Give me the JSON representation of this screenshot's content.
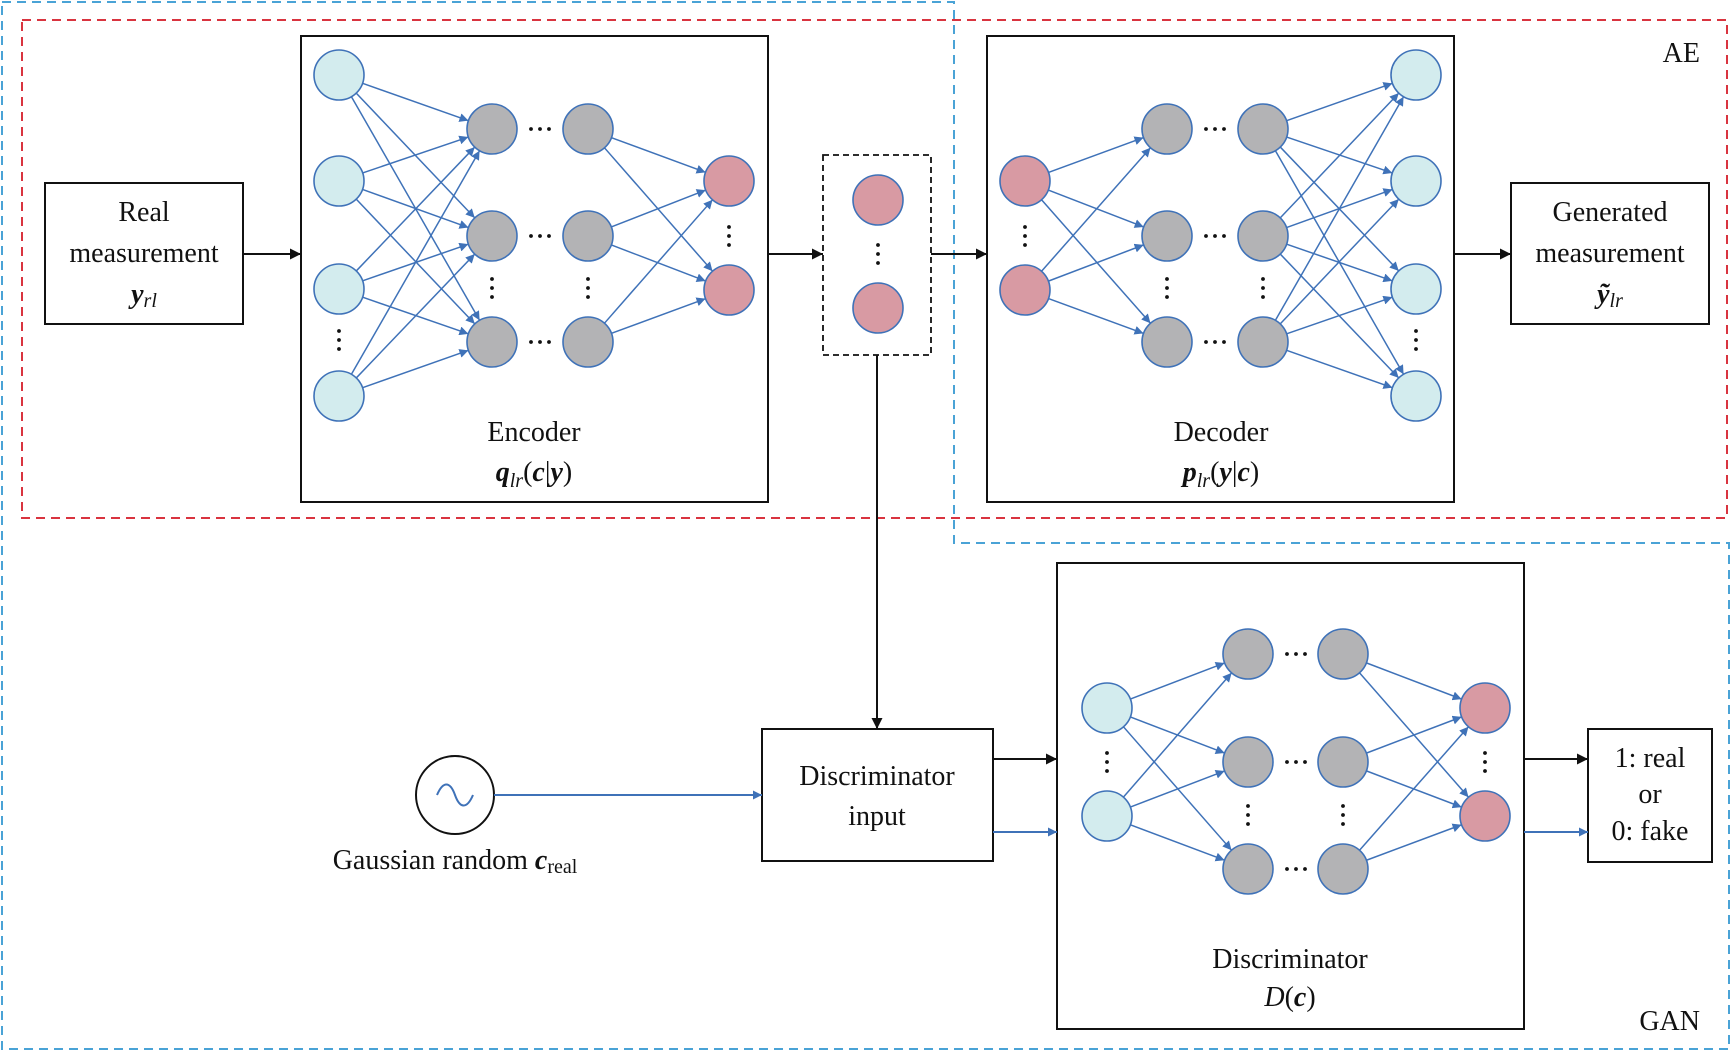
{
  "regions": {
    "ae": "AE",
    "gan": "GAN"
  },
  "input_box": {
    "line1": "Real",
    "line2": "measurement",
    "sym": "y",
    "sym_sub": "rl"
  },
  "output_box": {
    "line1": "Generated",
    "line2": "measurement",
    "sym": "ỹ",
    "sym_sub": "lr"
  },
  "encoder": {
    "title": "Encoder",
    "sym": "q",
    "sym_sub": "lr",
    "sym_args": [
      "(",
      "c",
      "|",
      "y",
      ")"
    ]
  },
  "decoder": {
    "title": "Decoder",
    "sym": "p",
    "sym_sub": "lr",
    "sym_args": [
      "(",
      "y",
      "|",
      "c",
      ")"
    ]
  },
  "disc_input": {
    "line1": "Discriminator",
    "line2": "input"
  },
  "discriminator": {
    "title": "Discriminator",
    "sym": "D",
    "sym_args": [
      "(",
      "c",
      ")"
    ]
  },
  "gaussian": {
    "label": "Gaussian random ",
    "sym": "c",
    "sym_sub": "real"
  },
  "result_box": {
    "line1": "1: real",
    "line2": "or",
    "line3": "0: fake"
  },
  "colors": {
    "ae_border": "#d9343f",
    "gan_border": "#4aa3d6",
    "arrow_blue": "#3f72b8",
    "node_input": "#d3ecee",
    "node_hidden": "#b3b3b5",
    "node_latent": "#d89aa3",
    "node_stroke": "#3f72b8"
  }
}
